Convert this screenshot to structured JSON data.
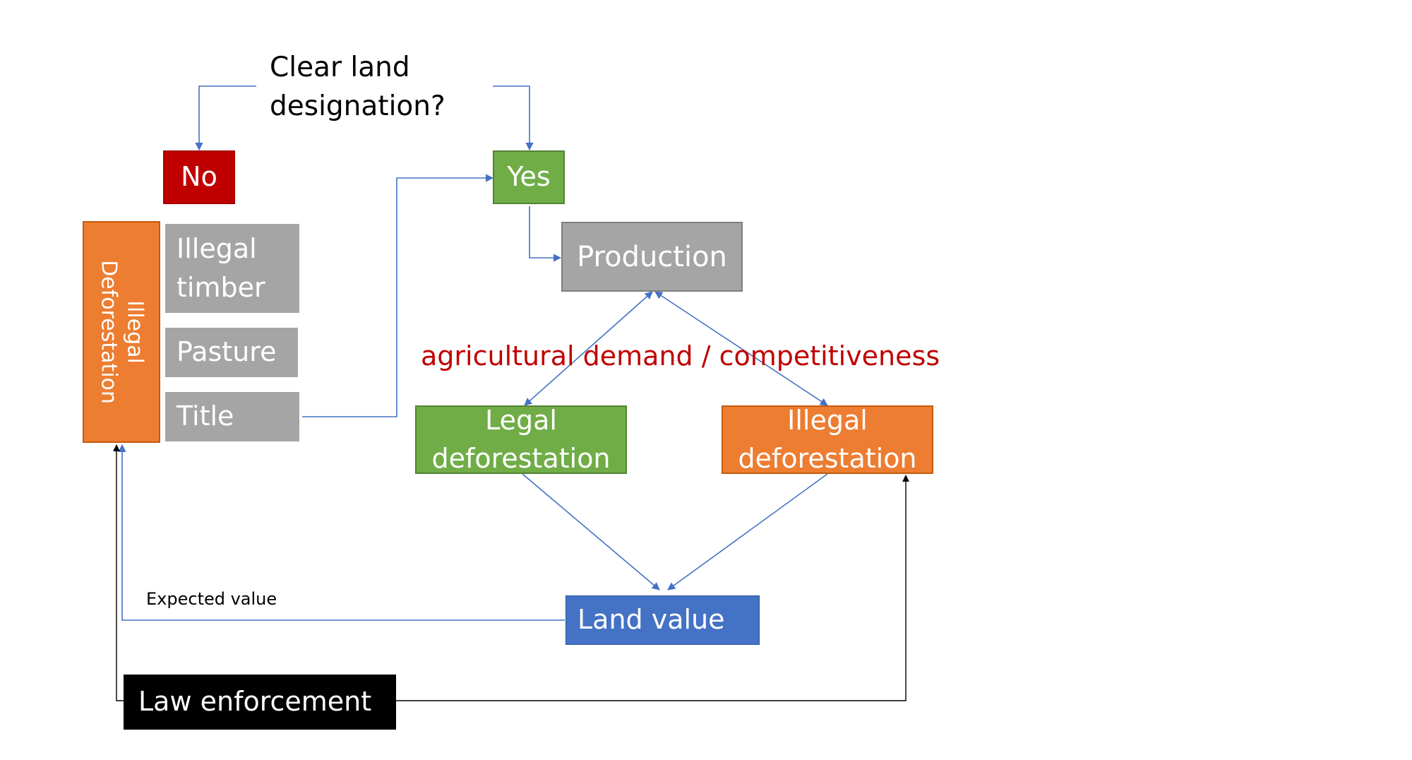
{
  "title": {
    "line1": "Clear land",
    "line2": "designation?"
  },
  "nodes": {
    "no": "No",
    "yes": "Yes",
    "illegal_deforestation_side": {
      "line1": "Illegal",
      "line2": "Deforestation"
    },
    "illegal_timber": {
      "line1": "Illegal",
      "line2": "timber"
    },
    "pasture": "Pasture",
    "title_node": "Title",
    "production": "Production",
    "legal_deforestation": {
      "line1": "Legal",
      "line2": "deforestation"
    },
    "illegal_deforestation": {
      "line1": "Illegal",
      "line2": "deforestation"
    },
    "land_value": "Land value",
    "law_enforcement": "Law enforcement"
  },
  "annotations": {
    "demand": "agricultural demand / competitiveness",
    "expected_value": "Expected value"
  },
  "colors": {
    "red": "#c00000",
    "green": "#70ad47",
    "grey": "#a5a5a5",
    "orange": "#ed7d31",
    "blue": "#4472c4",
    "black": "#000000",
    "arrow_blue": "#4472c4",
    "text_red": "#c00000",
    "border_green": "#548235",
    "border_orange": "#c55a11"
  }
}
